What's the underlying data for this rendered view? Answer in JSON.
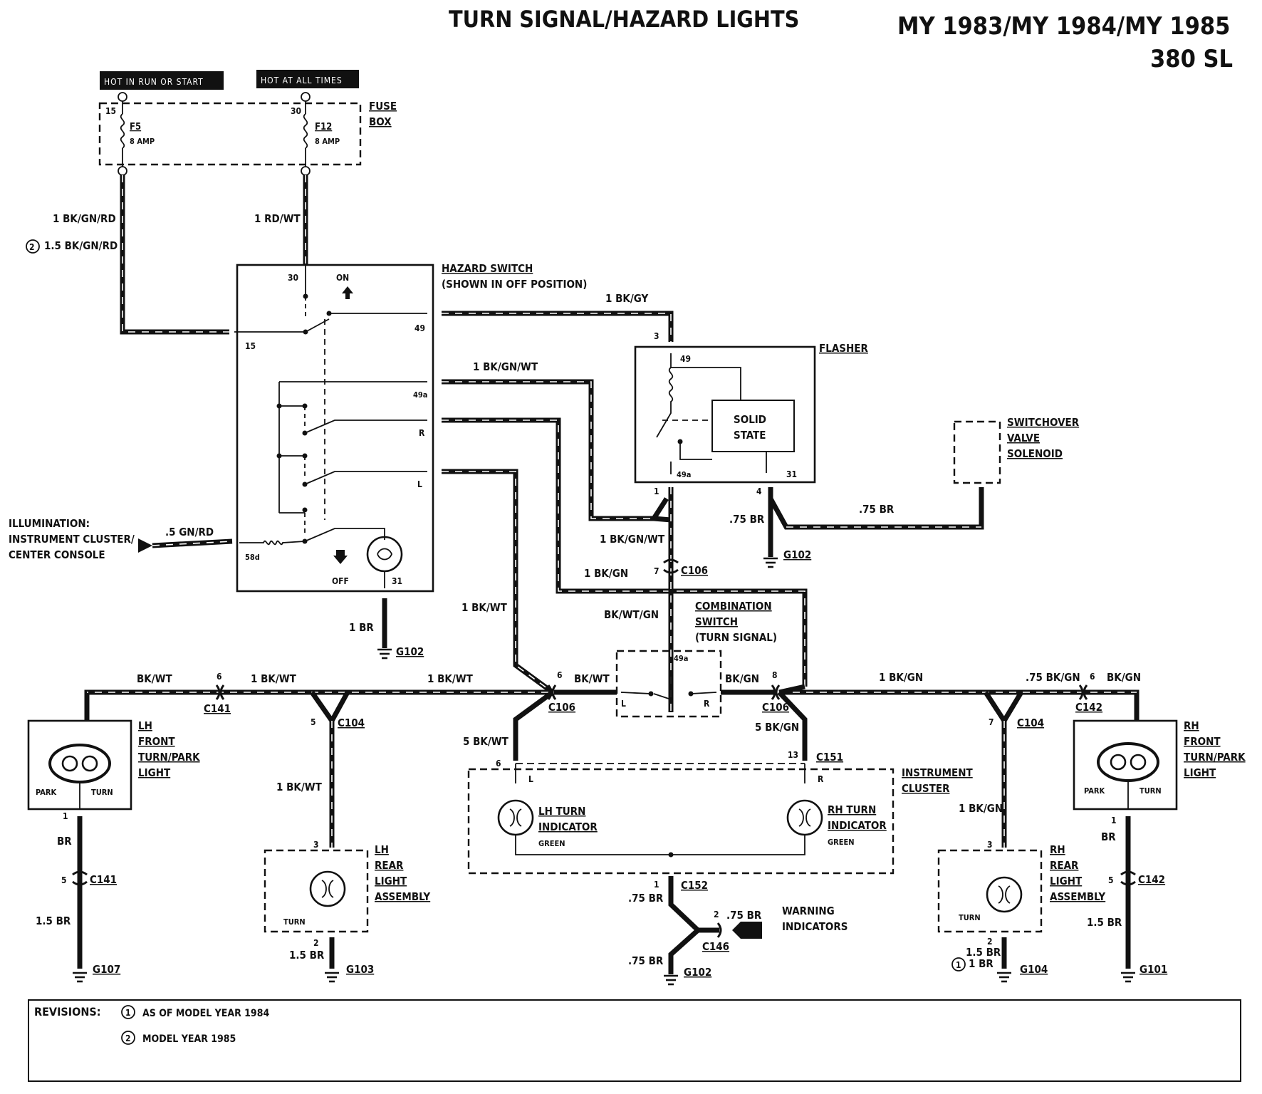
{
  "title": "TURN SIGNAL/HAZARD LIGHTS",
  "model_years": "MY 1983/MY 1984/MY 1985",
  "model": "380 SL",
  "power": {
    "run_or_start": "HOT IN RUN OR START",
    "at_all_times": "HOT AT ALL TIMES"
  },
  "fuse_box": {
    "label1": "FUSE",
    "label2": "BOX",
    "f5": {
      "terminal": "15",
      "name": "F5",
      "rating": "8 AMP"
    },
    "f12": {
      "terminal": "30",
      "name": "F12",
      "rating": "8 AMP"
    }
  },
  "hazard_switch": {
    "label": "HAZARD SWITCH",
    "note": "(SHOWN IN OFF POSITION)",
    "on": "ON",
    "off": "OFF",
    "terminals": {
      "t30": "30",
      "t15": "15",
      "t49": "49",
      "t49a": "49a",
      "r": "R",
      "l": "L",
      "t58d": "58d",
      "t31": "31"
    }
  },
  "flasher": {
    "label": "FLASHER",
    "solid1": "SOLID",
    "solid2": "STATE",
    "t49": "49",
    "t49a": "49a",
    "t31": "31",
    "pin3": "3",
    "pin1": "1",
    "pin4": "4"
  },
  "switchover": {
    "l1": "SWITCHOVER",
    "l2": "VALVE",
    "l3": "SOLENOID"
  },
  "illumination": {
    "l1": "ILLUMINATION:",
    "l2": "INSTRUMENT CLUSTER/",
    "l3": "CENTER CONSOLE"
  },
  "combination": {
    "l1": "COMBINATION",
    "l2": "SWITCH",
    "l3": "(TURN SIGNAL)",
    "t49a": "49a",
    "l": "L",
    "r": "R"
  },
  "cluster": {
    "l1": "INSTRUMENT",
    "l2": "CLUSTER",
    "lh1": "LH TURN",
    "lh2": "INDICATOR",
    "lh3": "GREEN",
    "rh1": "RH TURN",
    "rh2": "INDICATOR",
    "rh3": "GREEN",
    "l": "L",
    "r": "R"
  },
  "warning": {
    "l1": "WARNING",
    "l2": "INDICATORS"
  },
  "lh_front": {
    "l1": "LH",
    "l2": "FRONT",
    "l3": "TURN/PARK",
    "l4": "LIGHT",
    "park": "PARK",
    "turn": "TURN"
  },
  "rh_front": {
    "l1": "RH",
    "l2": "FRONT",
    "l3": "TURN/PARK",
    "l4": "LIGHT",
    "park": "PARK",
    "turn": "TURN"
  },
  "lh_rear": {
    "l1": "LH",
    "l2": "REAR",
    "l3": "LIGHT",
    "l4": "ASSEMBLY",
    "turn": "TURN"
  },
  "rh_rear": {
    "l1": "RH",
    "l2": "REAR",
    "l3": "LIGHT",
    "l4": "ASSEMBLY",
    "turn": "TURN"
  },
  "wires": {
    "bk_gn_rd": "1 BK/GN/RD",
    "bk_gn_rd_85": "1.5 BK/GN/RD",
    "rd_wt": "1 RD/WT",
    "bk_gy": "1 BK/GY",
    "bk_gn_wt": "1 BK/GN/WT",
    "bk_gn_wt_2": "1 BK/GN/WT",
    "bk_gn": "1 BK/GN",
    "gn_rd": ".5 GN/RD",
    "br_flasher": ".75 BR",
    "br_solenoid": ".75 BR",
    "bk_wt_down": "1 BK/WT",
    "bk_wt_gn": "BK/WT/GN",
    "br_hazard": "1 BR",
    "bk_wt_lhf": "BK/WT",
    "bk_wt_a": "1 BK/WT",
    "bk_wt_b": "1 BK/WT",
    "bk_wt_c106": "BK/WT",
    "bk_gn_c106": "BK/GN",
    "bk_gn_right": "1 BK/GN",
    "bk_gn_75": ".75 BK/GN",
    "bk_gn_rhf": "BK/GN",
    "bk_wt_5": "5 BK/WT",
    "bk_gn_5": "5 BK/GN",
    "bk_wt_lhr": "1 BK/WT",
    "bk_gn_rhr": "1 BK/GN",
    "br_lhf": "BR",
    "br_lhf_15": "1.5 BR",
    "br_lhr_15": "1.5 BR",
    "br_rhf": "BR",
    "br_rhf_15": "1.5 BR",
    "br_rhr_15": "1.5 BR",
    "br_rhr_1": "1 BR",
    "br_c152": ".75 BR",
    "br_c146": ".75 BR",
    "br_g102": ".75 BR"
  },
  "connectors": {
    "c106_a": "C106",
    "c106_a_pin": "7",
    "c106_l": "C106",
    "c106_l_pin": "6",
    "c106_r": "C106",
    "c106_r_pin": "8",
    "c141_a": "C141",
    "c141_a_pin": "6",
    "c141_b": "C141",
    "c141_b_pin": "5",
    "c104_l": "C104",
    "c104_l_pin": "5",
    "c104_r": "C104",
    "c104_r_pin": "7",
    "c142_a": "C142",
    "c142_a_pin": "6",
    "c142_b": "C142",
    "c142_b_pin": "5",
    "c151": "C151",
    "c151_pin": "13",
    "cl_pin6": "6",
    "c152": "C152",
    "c152_pin": "1",
    "c146": "C146",
    "c146_pin": "2",
    "lhf_pin": "1",
    "rhf_pin": "1",
    "lhr_pin3": "3",
    "lhr_pin2": "2",
    "rhr_pin3": "3",
    "rhr_pin2": "2"
  },
  "grounds": {
    "g102_hazard": "G102",
    "g102_flasher": "G102",
    "g102_bottom": "G102",
    "g107": "G107",
    "g103": "G103",
    "g104": "G104",
    "g101": "G101"
  },
  "revisions": {
    "label": "REVISIONS:",
    "r1_num": "1",
    "r1": "AS OF MODEL YEAR 1984",
    "r2_num": "2",
    "r2": "MODEL YEAR 1985"
  }
}
